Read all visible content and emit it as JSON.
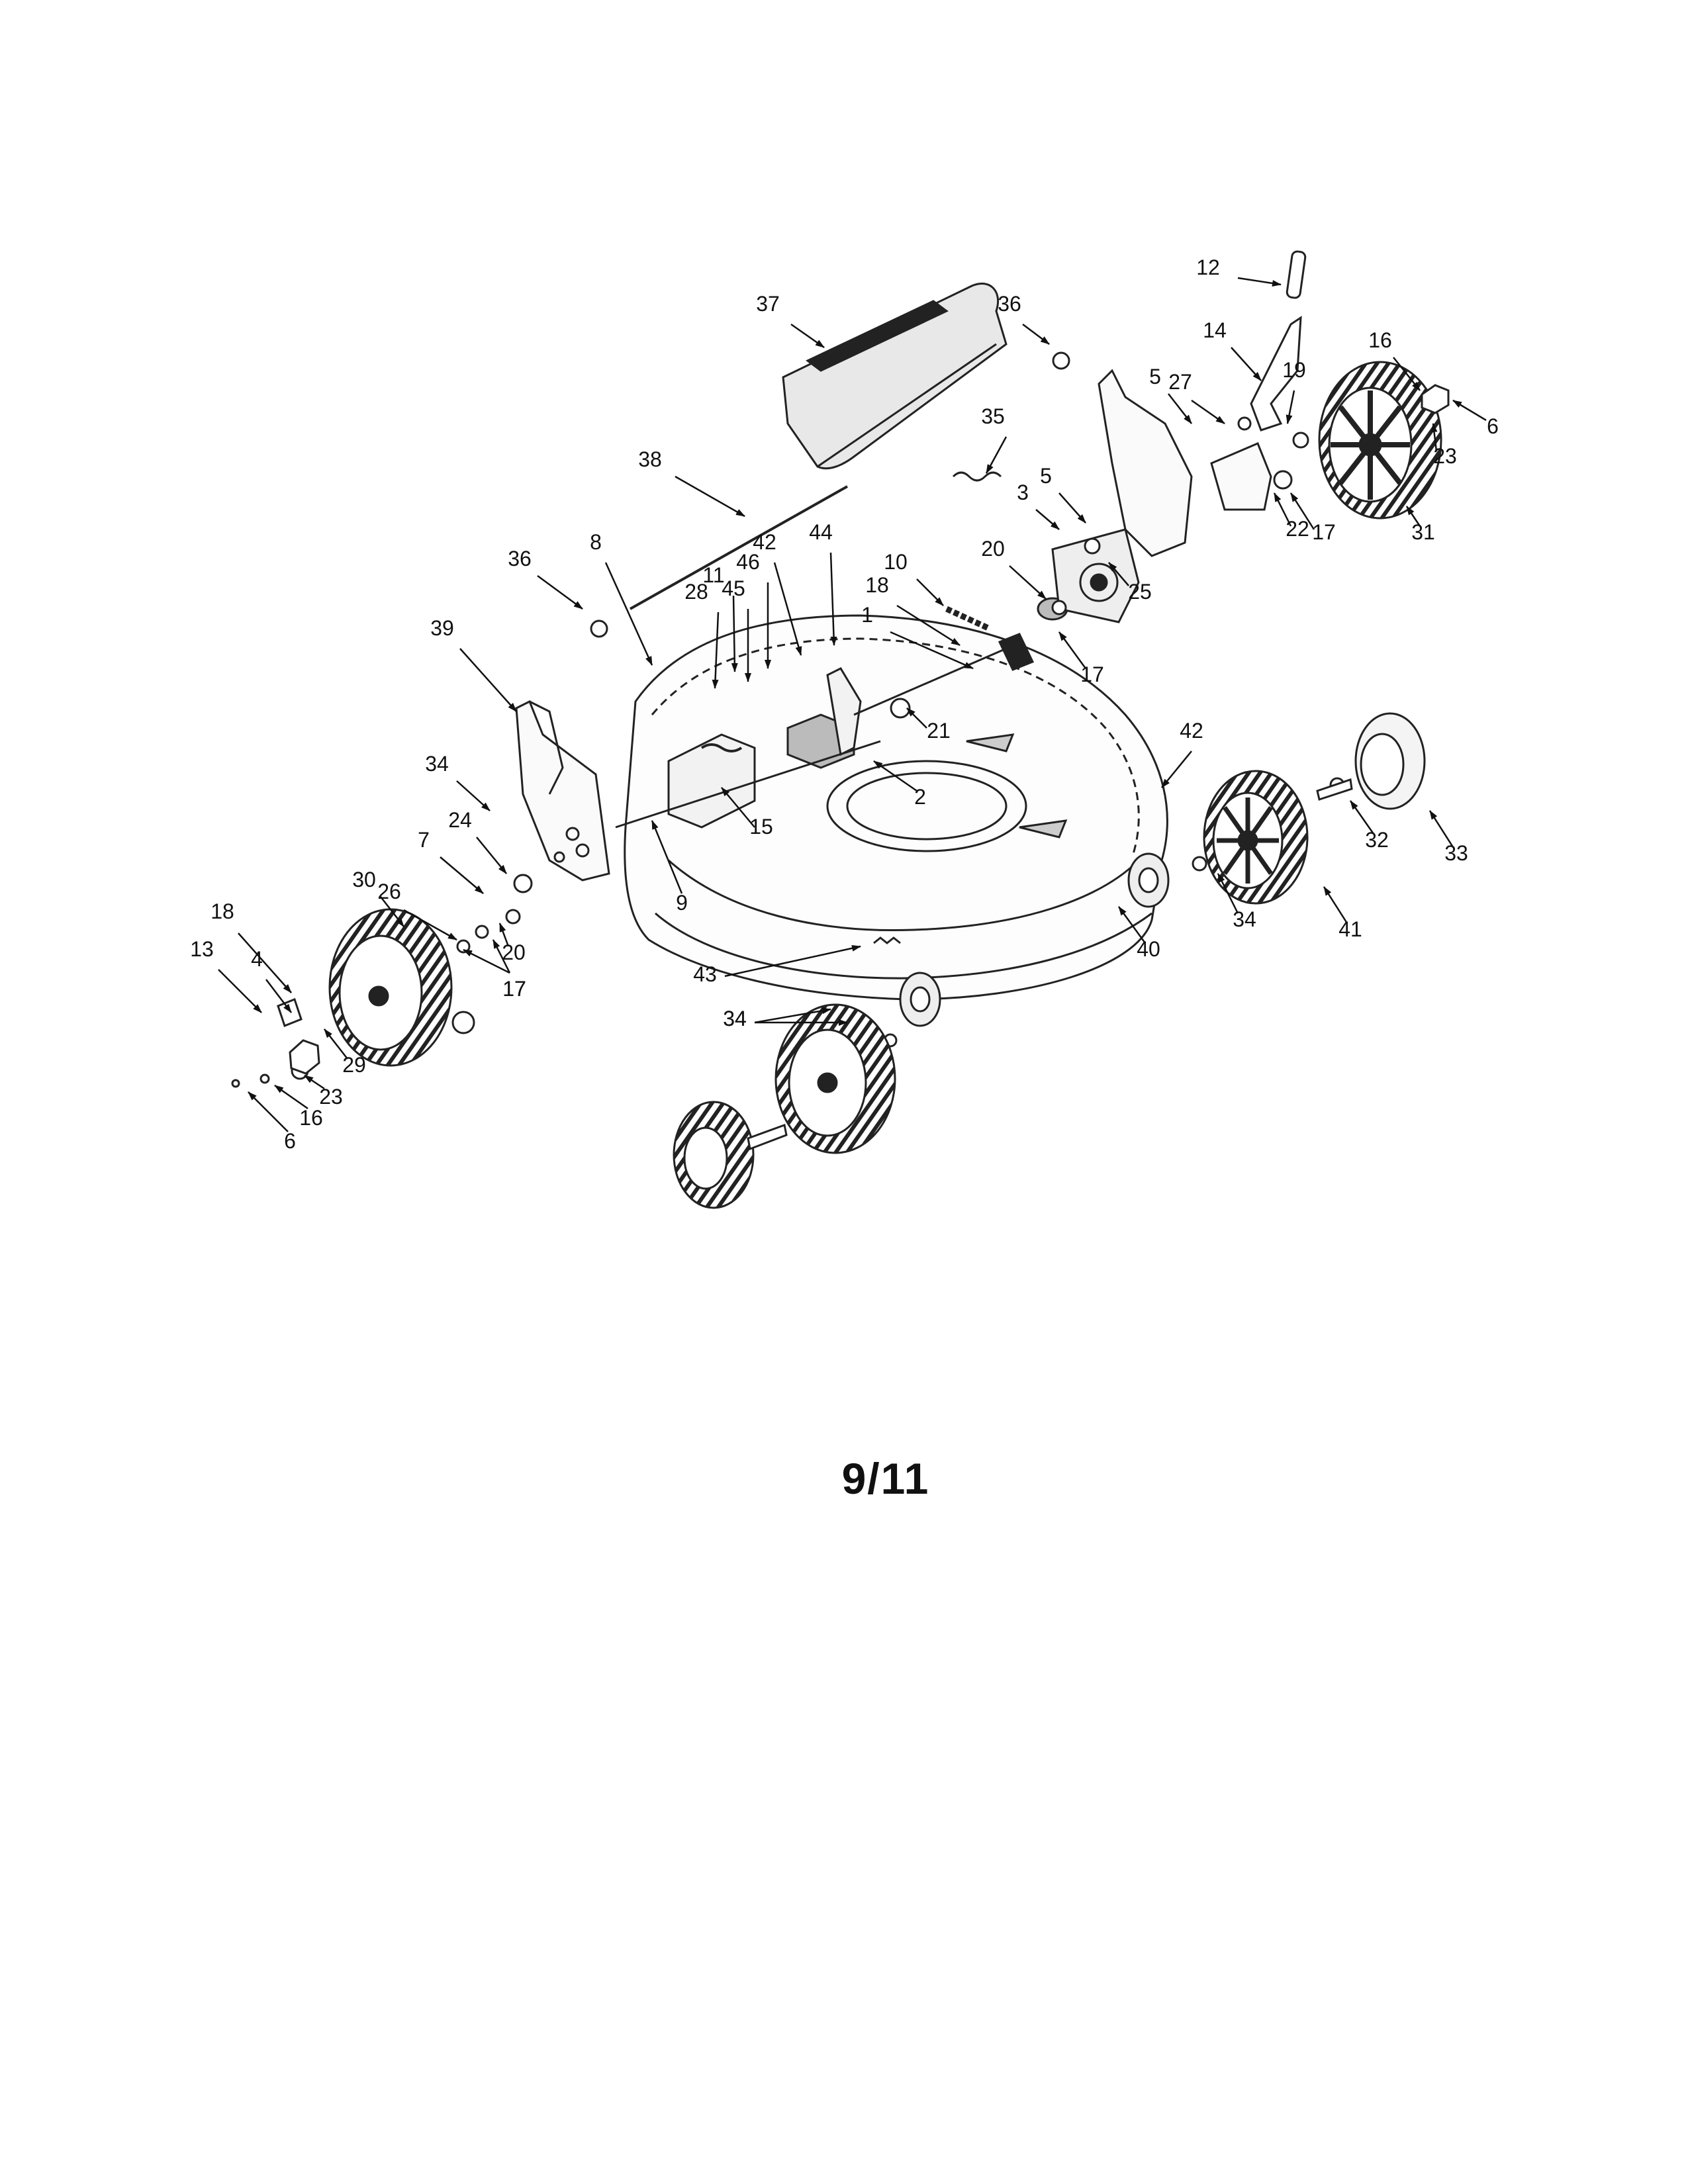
{
  "page_label": "9/11",
  "callouts": [
    "1",
    "2",
    "3",
    "4",
    "5",
    "5",
    "6",
    "6",
    "7",
    "8",
    "9",
    "10",
    "11",
    "12",
    "13",
    "14",
    "15",
    "16",
    "16",
    "17",
    "17",
    "17",
    "17",
    "18",
    "18",
    "19",
    "20",
    "20",
    "21",
    "22",
    "23",
    "23",
    "24",
    "25",
    "26",
    "27",
    "28",
    "29",
    "30",
    "31",
    "32",
    "33",
    "34",
    "34",
    "34",
    "34",
    "35",
    "36",
    "36",
    "37",
    "38",
    "39",
    "40",
    "41",
    "42",
    "42",
    "43",
    "44",
    "45",
    "46"
  ]
}
